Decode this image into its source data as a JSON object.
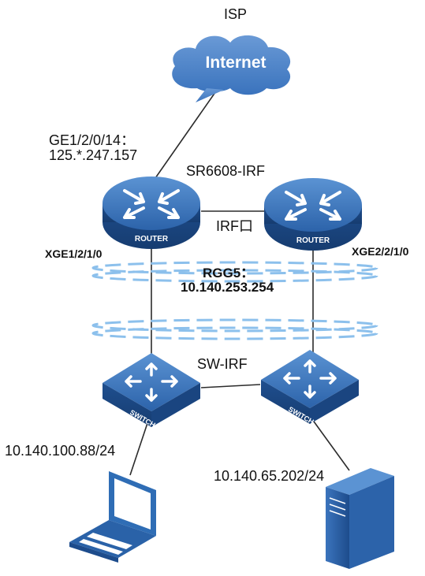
{
  "isp": {
    "label": "ISP",
    "cloud_text": "Internet"
  },
  "wan": {
    "port": "GE1/2/0/14：",
    "ip": "125.*.247.157"
  },
  "routers": {
    "group_label": "SR6608-IRF",
    "left_caption": "ROUTER",
    "right_caption": "ROUTER",
    "link_label": "IRF口",
    "left_port": "XGE1/2/1/0",
    "right_port": "XGE2/2/1/0"
  },
  "rgg": {
    "label": "RGG5：",
    "ip": "10.140.253.254"
  },
  "switches": {
    "group_label": "SW-IRF",
    "left_caption": "SWITCH",
    "right_caption": "SWITCH"
  },
  "hosts": {
    "laptop_ip": "10.140.100.88/24",
    "server_ip": "10.140.65.202/24"
  },
  "colors": {
    "device_blue": "#2f6db5",
    "cloud_blue": "#4a82c6",
    "dash_blue": "#8cc0ec",
    "line": "#2b2b2b"
  }
}
